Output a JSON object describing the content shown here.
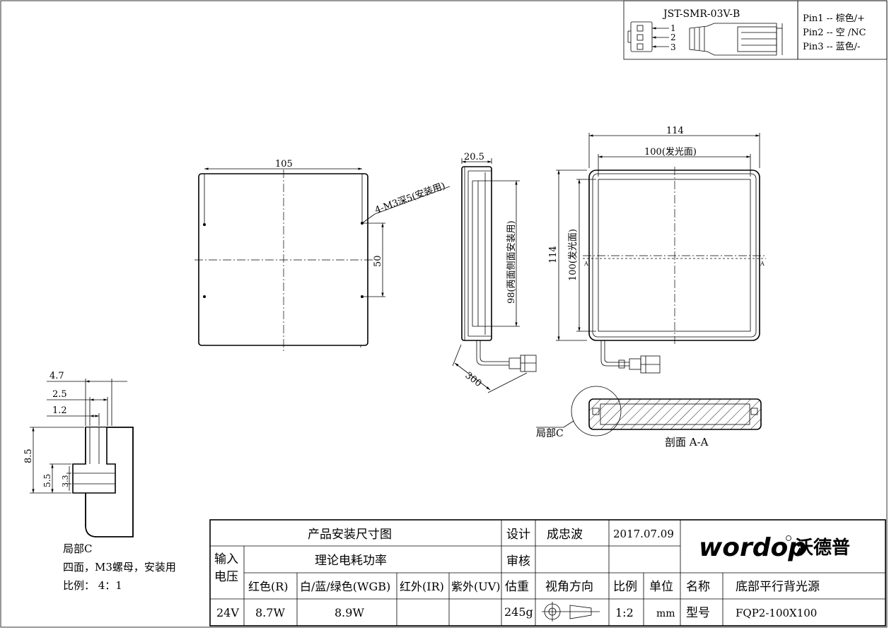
{
  "connector": {
    "model": "JST-SMR-03V-B",
    "pin_numbers": [
      "1",
      "2",
      "3"
    ],
    "pins": [
      "Pin1 -- 棕色/+",
      "Pin2 -- 空 /NC",
      "Pin3 -- 蓝色/-"
    ]
  },
  "front_view": {
    "width": "105",
    "hole_spacing": "50",
    "hole_note": "4-M3深5(安装用)"
  },
  "side_view": {
    "thickness": "20.5",
    "side_height": "98(两面侧面安装用)",
    "cable_length": "300"
  },
  "back_view": {
    "outer_width": "114",
    "emit_width": "100(发光面)",
    "outer_height": "114",
    "emit_height": "100(发光面)",
    "section_mark": "A"
  },
  "section": {
    "detail_label": "局部C",
    "section_label": "剖面 A-A"
  },
  "detail": {
    "dims": [
      "4.7",
      "2.5",
      "1.2",
      "8.5",
      "5.5",
      "3.3"
    ],
    "title": "局部C",
    "note": "四面，M3螺母，安装用",
    "scale": "比例： 4：1"
  },
  "title_block": {
    "drawing_title": "产品安装尺寸图",
    "design_label": "设计",
    "designer": "成忠波",
    "date": "2017.07.09",
    "review_label": "审核",
    "input_voltage_label": "输入电压",
    "power_label": "理论电耗功率",
    "red_label": "红色(R)",
    "wbg_label": "白/蓝/绿色(WGB)",
    "ir_label": "红外(IR)",
    "uv_label": "紫外(UV)",
    "weight_label": "估重",
    "projection_label": "视角方向",
    "scale_label": "比例",
    "unit_label": "单位",
    "name_label": "名称",
    "name_value": "底部平行背光源",
    "voltage": "24V",
    "red_power": "8.7W",
    "wbg_power": "8.9W",
    "ir_power": "",
    "uv_power": "",
    "weight": "245g",
    "scale": "1:2",
    "unit": "mm",
    "model_label": "型号",
    "model_value": "FQP2-100X100"
  },
  "brand": {
    "logo_latin": "wordop",
    "logo_cn": "沃德普"
  }
}
